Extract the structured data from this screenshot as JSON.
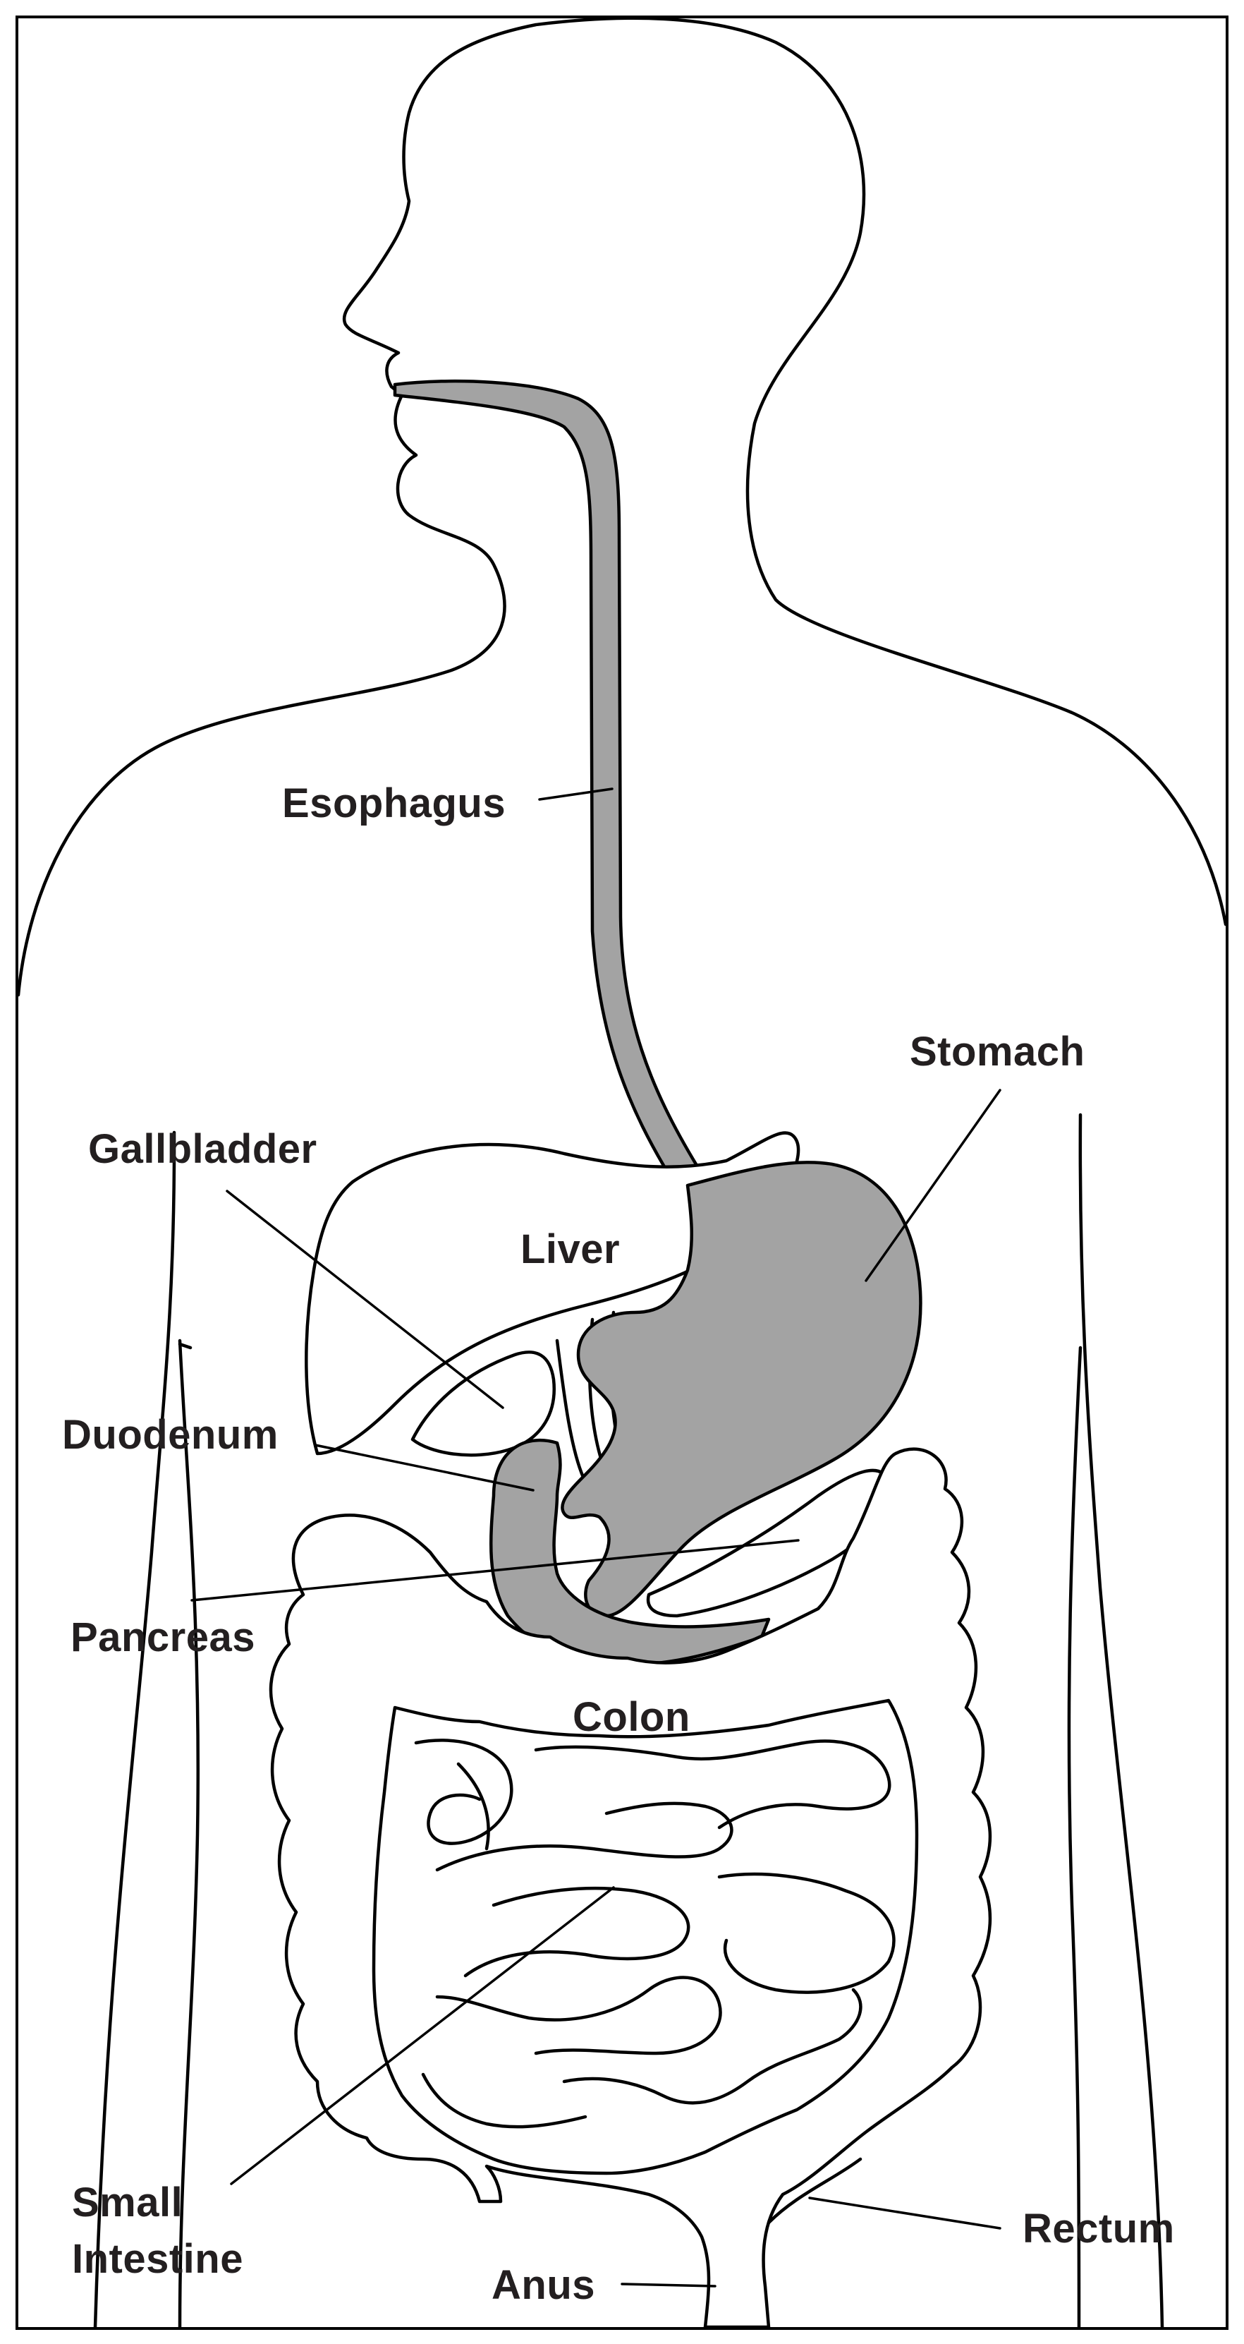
{
  "colors": {
    "highlight": "#a3a3a3",
    "line": "#000000",
    "background": "#ffffff",
    "text": "#231f20"
  },
  "labels": {
    "esophagus": "Esophagus",
    "stomach": "Stomach",
    "gallbladder": "Gallbladder",
    "liver": "Liver",
    "duodenum": "Duodenum",
    "pancreas": "Pancreas",
    "colon": "Colon",
    "small_intestine_line1": "Small",
    "small_intestine_line2": "Intestine",
    "rectum": "Rectum",
    "anus": "Anus"
  }
}
